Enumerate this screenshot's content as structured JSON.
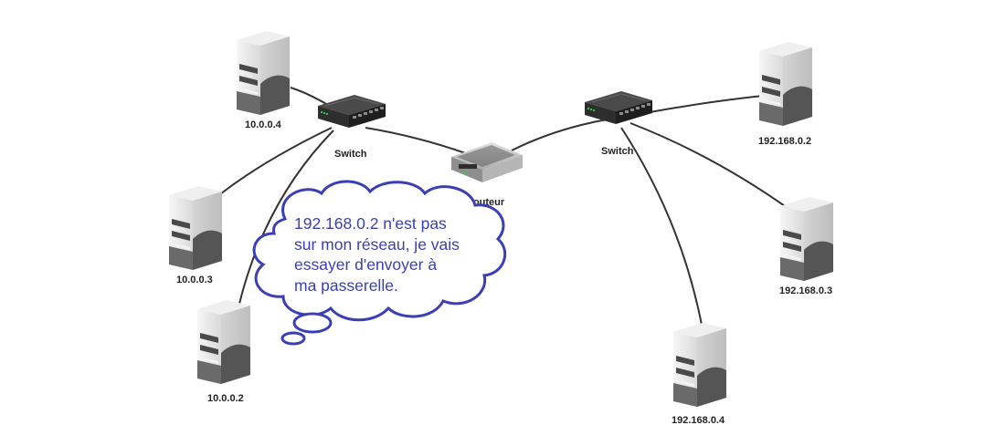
{
  "nodes": {
    "server_10_0_0_4": {
      "label": "10.0.0.4"
    },
    "server_10_0_0_3": {
      "label": "10.0.0.3"
    },
    "server_10_0_0_2": {
      "label": "10.0.0.2"
    },
    "switch_left": {
      "label": "Switch"
    },
    "router": {
      "label": "Routeur"
    },
    "switch_right": {
      "label": "Switch"
    },
    "server_192_168_0_2": {
      "label": "192.168.0.2"
    },
    "server_192_168_0_3": {
      "label": "192.168.0.3"
    },
    "server_192_168_0_4": {
      "label": "192.168.0.4"
    }
  },
  "thought_bubble": {
    "lines": [
      "192.168.0.2 n'est pas",
      "sur mon réseau, je vais",
      "essayer d'envoyer à",
      "ma passerelle."
    ]
  },
  "colors": {
    "bubble_stroke": "#3a3fb8",
    "bubble_text": "#3a3fb8",
    "link": "#333333",
    "server_body": "#e8e8e8",
    "server_dark": "#555555",
    "switch": "#2b2b2b",
    "router": "#c9c9c9"
  }
}
